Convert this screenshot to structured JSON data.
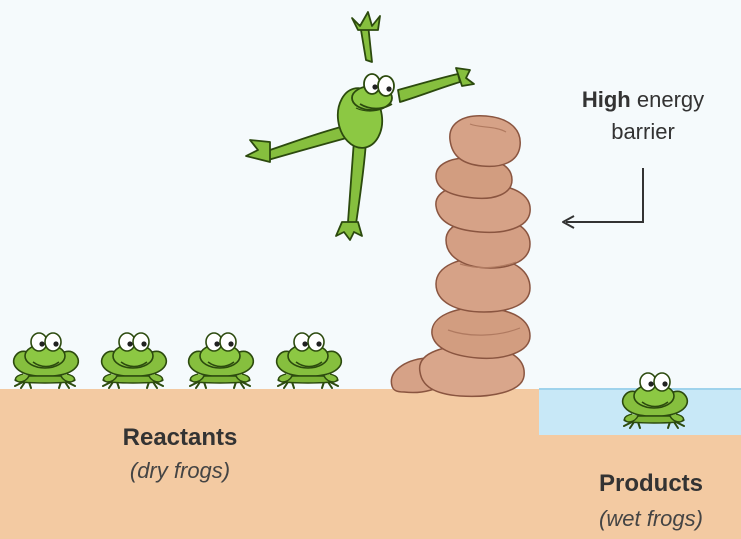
{
  "barrier_label": {
    "bold": "High",
    "rest": " energy",
    "line2": "barrier"
  },
  "reactants": {
    "title": "Reactants",
    "subtitle": "(dry frogs)",
    "frog_count": 4
  },
  "products": {
    "title": "Products",
    "subtitle": "(wet frogs)",
    "frog_count": 1
  },
  "colors": {
    "sky": "#f5fafc",
    "ground": "#f3caa2",
    "water": "#c8e8f7",
    "frog": "#86bf3e",
    "frog_dark": "#3b5f14",
    "rock": "#d6a287",
    "rock_dark": "#8a5540",
    "text": "#333333"
  }
}
